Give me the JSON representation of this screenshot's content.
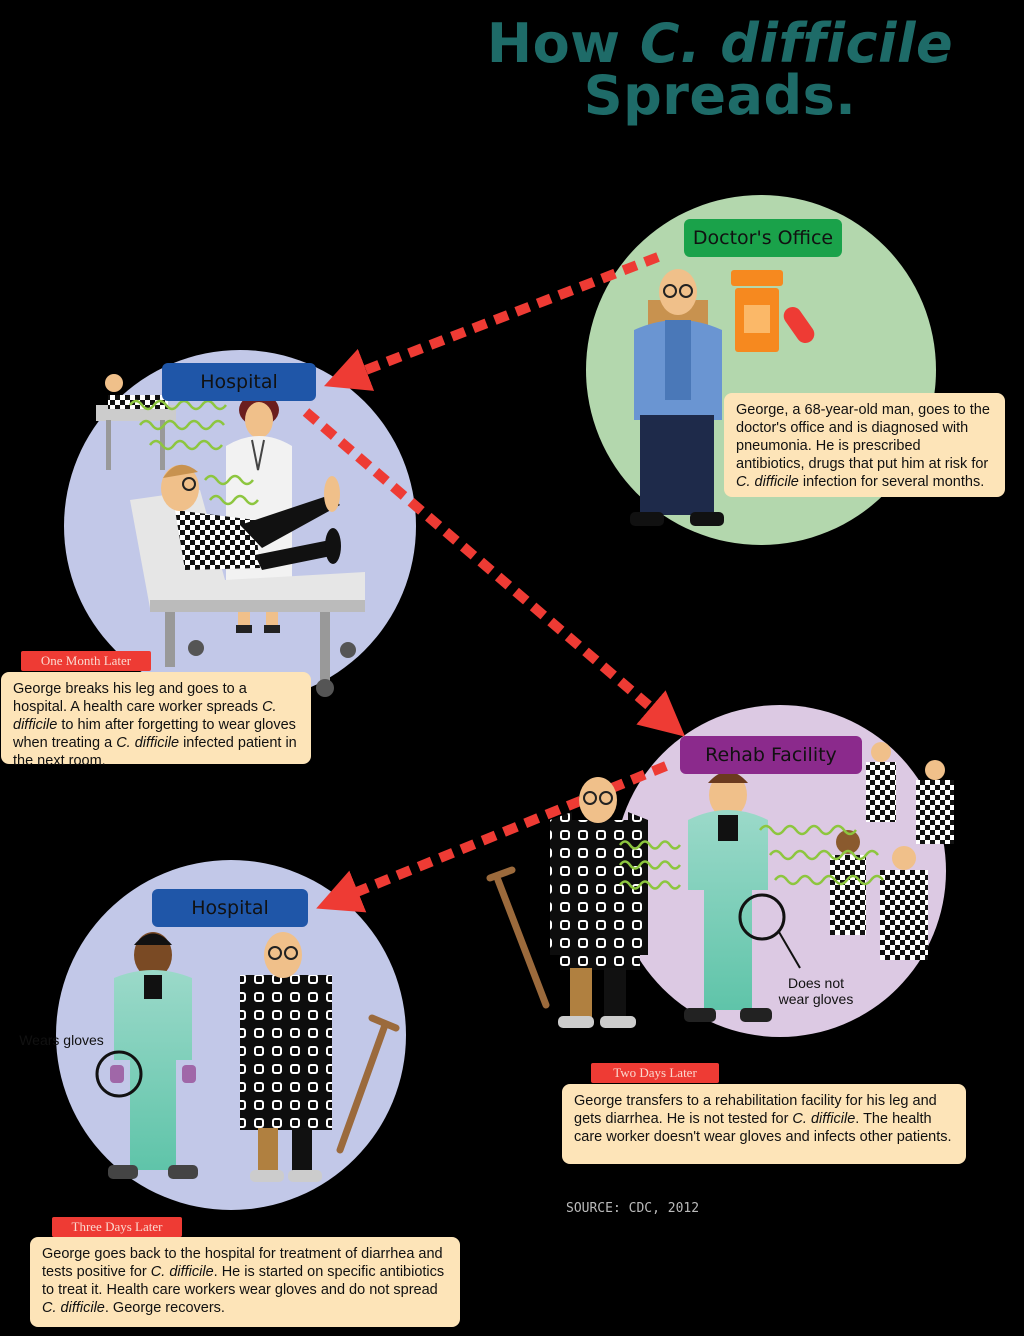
{
  "title": {
    "line1_prefix": "How ",
    "line1_italic": "C. difficile",
    "line2": "Spreads."
  },
  "scenes": {
    "doctor": {
      "label": "Doctor's Office",
      "description_parts": [
        "George, a 68-year-old man, goes to the doctor's office and is diagnosed with pneumonia. He is prescribed antibiotics, drugs that put him at risk for ",
        "C. difficile",
        " infection for several months."
      ]
    },
    "hospital1": {
      "label": "Hospital",
      "when": "One Month Later",
      "description_parts": [
        "George breaks his leg and goes to a hospital. A health care worker spreads ",
        "C. difficile",
        " to him after forgetting to wear gloves when treating a ",
        "C. difficile",
        " infected patient in the next room."
      ]
    },
    "rehab": {
      "label": "Rehab Facility",
      "when": "Two Days Later",
      "callout": "Does not wear gloves",
      "description_parts": [
        "George transfers to a rehabilitation facility for his leg and gets diarrhea. He is not tested for ",
        "C. difficile",
        ". The health care worker doesn't wear gloves and infects other patients."
      ]
    },
    "hospital2": {
      "label": "Hospital",
      "when": "Three Days Later",
      "callout": "Wears gloves",
      "description_parts": [
        "George goes back to the hospital for treatment of diarrhea and tests positive for ",
        "C. difficile",
        ". He is started on specific antibiotics to treat it. Health care workers wear gloves and do not spread ",
        "C. difficile",
        ". George recovers."
      ]
    }
  },
  "source": "SOURCE: CDC, 2012",
  "colors": {
    "title": "#1e6b68",
    "doctor_circle": "#b3d7ad",
    "hospital_circle": "#c2c8e8",
    "rehab_circle": "#dcc9e3",
    "doctor_label": "#1aa24a",
    "hospital_label": "#1f56a8",
    "rehab_label": "#8b2a8c",
    "arrow": "#ee3b34",
    "description_box": "#fde4b8"
  },
  "icons": [
    "pill-bottle-icon",
    "capsule-icon",
    "crutch-icon",
    "magnifier-callout-icon",
    "germ-wave-icon"
  ]
}
